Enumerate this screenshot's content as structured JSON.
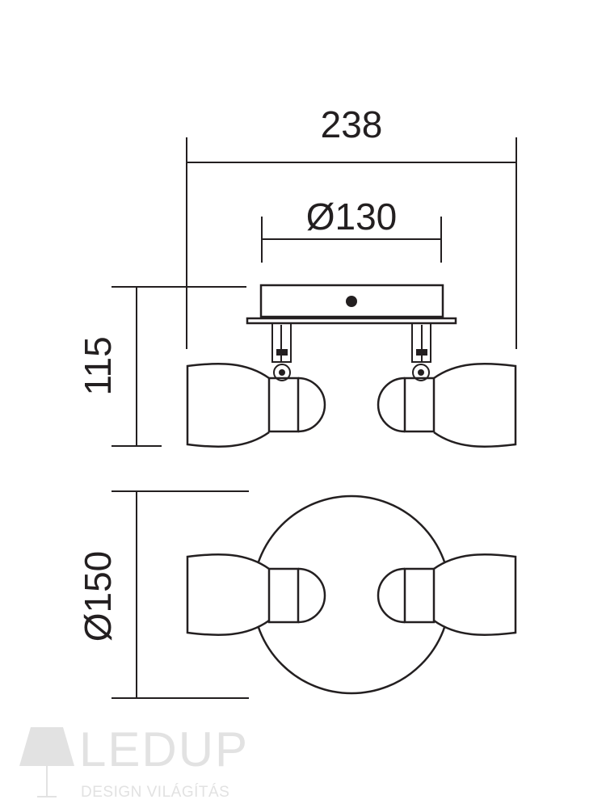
{
  "dimensions": {
    "width_label": "238",
    "mount_diameter_label": "Ø130",
    "height_label": "115",
    "base_diameter_label": "Ø150"
  },
  "watermark": {
    "brand": "LEDUP",
    "tagline": "DESIGN VILÁGÍTÁS",
    "color": "#e2e2e2"
  },
  "colors": {
    "line": "#231f20",
    "background": "#ffffff"
  }
}
